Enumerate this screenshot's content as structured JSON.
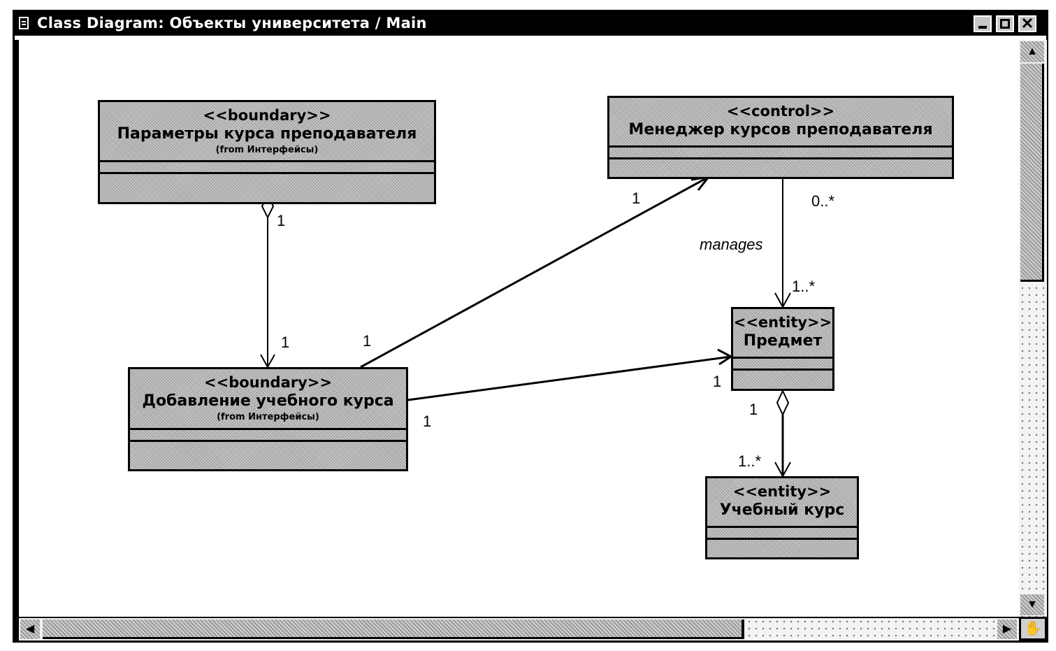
{
  "window": {
    "title": "Class Diagram: Объекты университета / Main",
    "buttons": {
      "minimize": "minimize",
      "maximize": "maximize",
      "close": "✕"
    }
  },
  "scroll": {
    "up": "▲",
    "down": "▼",
    "left": "◀",
    "right": "▶",
    "hand": "✋"
  },
  "classes": {
    "params": {
      "stereotype": "<<boundary>>",
      "name": "Параметры курса преподавателя",
      "from": "(from Интерфейсы)"
    },
    "manager": {
      "stereotype": "<<control>>",
      "name": "Менеджер курсов преподавателя"
    },
    "add": {
      "stereotype": "<<boundary>>",
      "name": "Добавление учебного курса",
      "from": "(from Интерфейсы)"
    },
    "subject": {
      "stereotype": "<<entity>>",
      "name": "Предмет"
    },
    "course": {
      "stereotype": "<<entity>>",
      "name": "Учебный курс"
    }
  },
  "associations": {
    "params_add": {
      "source_mult": "1",
      "target_mult": "1",
      "kind": "aggregation"
    },
    "add_manager": {
      "source_mult": "1",
      "target_mult": "1",
      "kind": "navigable"
    },
    "manager_subject": {
      "label": "manages",
      "source_mult": "0..*",
      "target_mult": "1..*",
      "kind": "navigable"
    },
    "add_subject": {
      "source_mult": "1",
      "target_mult": "1",
      "kind": "navigable"
    },
    "subject_course": {
      "source_mult": "1",
      "target_mult": "1..*",
      "kind": "aggregation"
    }
  }
}
